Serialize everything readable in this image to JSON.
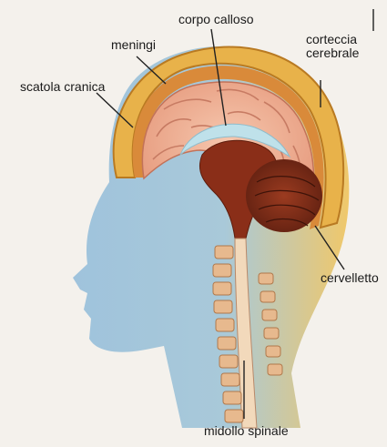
{
  "labels": {
    "corpo_calloso": "corpo calloso",
    "meningi": "meningi",
    "corteccia_cerebrale": "corteccia\ncerebrale",
    "scatola_cranica": "scatola cranica",
    "cervelletto": "cervelletto",
    "midollo_spinale": "midollo spinale"
  },
  "colors": {
    "skin_blue": "#8fb8d6",
    "skin_yellow": "#f0c65a",
    "skull": "#e8b24a",
    "meninges": "#d98a3a",
    "brain_pink": "#f0b39b",
    "cerebellum": "#7a2c1a",
    "spine": "#e9c7a2",
    "leader_line": "#222222"
  }
}
